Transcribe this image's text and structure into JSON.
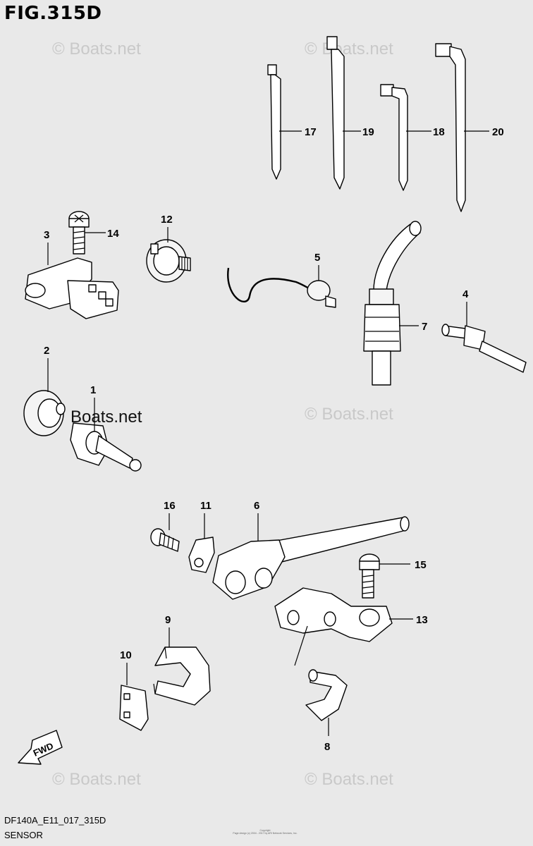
{
  "figure": {
    "title": "FIG.315D"
  },
  "watermarks": [
    "© Boats.net",
    "© Boats.net",
    "© Boats.net",
    "Boats.net",
    "© Boats.net",
    "© Boats.net"
  ],
  "callouts": [
    "1",
    "2",
    "3",
    "4",
    "5",
    "6",
    "7",
    "8",
    "9",
    "10",
    "11",
    "12",
    "13",
    "14",
    "15",
    "16",
    "17",
    "18",
    "19",
    "20"
  ],
  "fwd_label": "FWD",
  "footer": {
    "code": "DF140A_E11_017_315D",
    "caption": "SENSOR",
    "copyright_line1": "Copyright",
    "copyright_line2": "Page design (c) 2004 - 2017 by ARI Network Services, Inc."
  }
}
